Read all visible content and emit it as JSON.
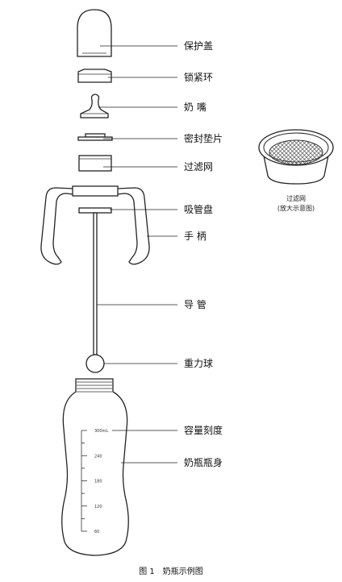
{
  "labels": {
    "cap": "保护盖",
    "lock_ring": "锁紧环",
    "nipple": "奶 嘴",
    "seal_pad": "密封垫片",
    "filter": "过滤网",
    "straw_disc": "吸管盘",
    "handle": "手 柄",
    "tube": "导 管",
    "weight_ball": "重力球",
    "scale": "容量刻度",
    "bottle_body": "奶瓶瓶身"
  },
  "inset": {
    "title": "过滤网",
    "subtitle": "(放大示意图)"
  },
  "scale_marks": [
    "300mL",
    "240",
    "180",
    "120",
    "60"
  ],
  "caption": "图 1　奶瓶示例图"
}
